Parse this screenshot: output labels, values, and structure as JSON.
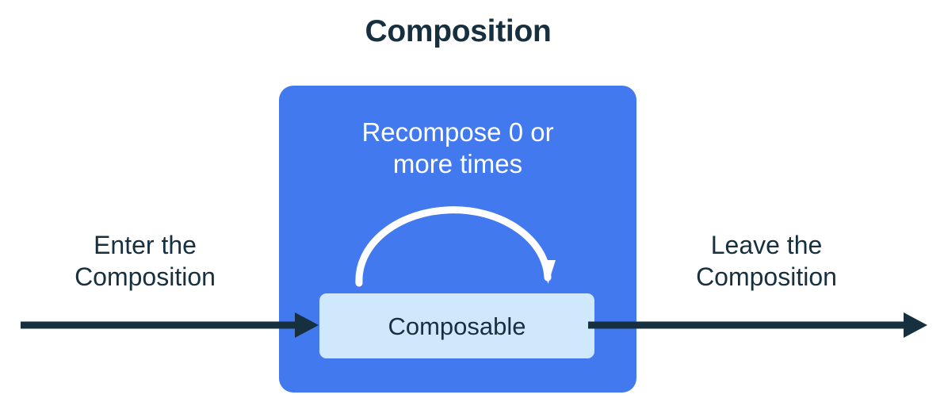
{
  "title": "Composition",
  "composition_region": {
    "name": "Composition",
    "fill_color": "#4279ee",
    "recompose_caption": {
      "line1": "Recompose 0 or",
      "line2": "more times",
      "text_color": "#ffffff"
    },
    "recompose_arc": {
      "icon": "curved-loop-arrow-icon",
      "color": "#ffffff",
      "direction": "left-to-right-downward"
    },
    "composable_node": {
      "label": "Composable",
      "fill_color": "#d0e8fc",
      "text_color": "#17303f"
    }
  },
  "enter_flow": {
    "icon": "arrow-right-icon",
    "color": "#17303f",
    "caption": {
      "line1": "Enter the",
      "line2": "Composition"
    }
  },
  "leave_flow": {
    "icon": "arrow-right-icon",
    "color": "#17303f",
    "caption": {
      "line1": "Leave the",
      "line2": "Composition"
    }
  },
  "colors": {
    "background": "#ffffff",
    "accent_blue": "#4279ee",
    "light_blue": "#d0e8fc",
    "ink": "#17303f"
  }
}
